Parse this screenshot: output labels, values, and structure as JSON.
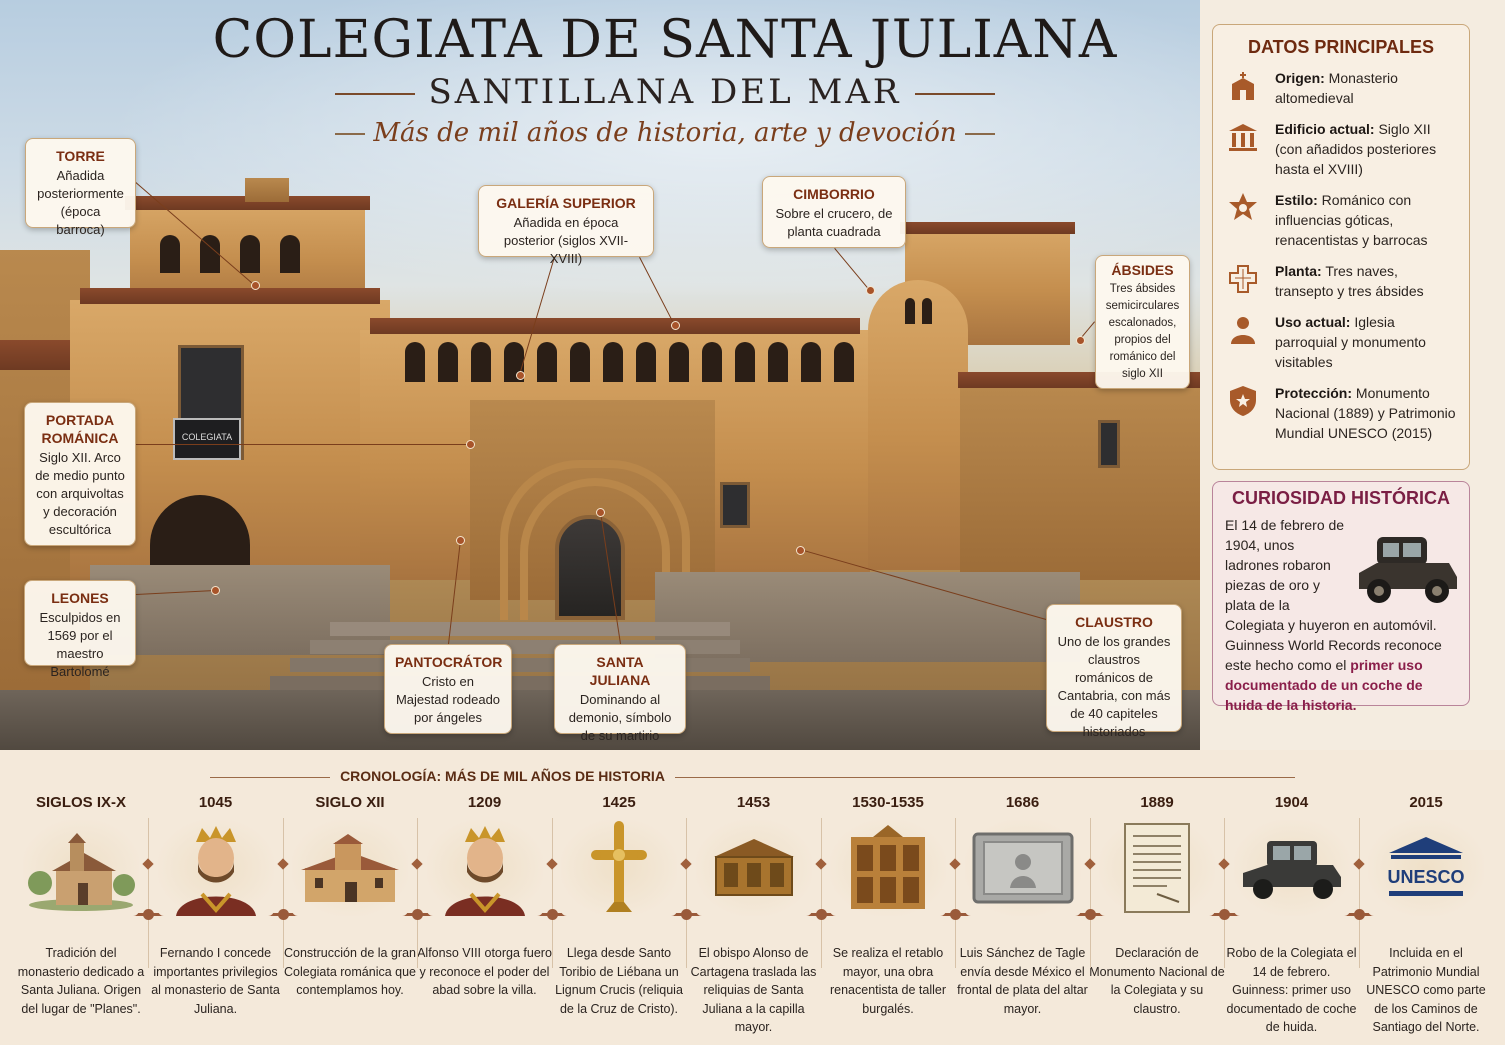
{
  "header": {
    "title": "COLEGIATA DE SANTA JULIANA",
    "subtitle": "SANTILLANA DEL MAR",
    "tagline": "Más de mil años de historia, arte y devoción"
  },
  "callouts": {
    "torre": {
      "title": "TORRE",
      "text": "Añadida posteriormente (época barroca)"
    },
    "galeria": {
      "title": "GALERÍA SUPERIOR",
      "text": "Añadida en época posterior (siglos XVII-XVIII)"
    },
    "cimborrio": {
      "title": "CIMBORRIO",
      "text": "Sobre el crucero, de planta cuadrada"
    },
    "absides": {
      "title": "ÁBSIDES",
      "text": "Tres ábsides semicirculares escalonados, propios del románico del siglo XII"
    },
    "portada": {
      "title": "PORTADA ROMÁNICA",
      "text": "Siglo XII. Arco de medio punto con arquivoltas y decoración escultórica"
    },
    "leones": {
      "title": "LEONES",
      "text": "Esculpidos en 1569 por el maestro Bartolomé"
    },
    "pantocrator": {
      "title": "PANTOCRÁTOR",
      "text": "Cristo en Majestad rodeado por ángeles"
    },
    "santa_juliana": {
      "title": "SANTA JULIANA",
      "text": "Dominando al demonio, símbolo de su martirio"
    },
    "claustro": {
      "title": "CLAUSTRO",
      "text": "Uno de los grandes claustros románicos de Cantabria, con más de 40 capiteles historiados"
    }
  },
  "datos": {
    "title": "DATOS PRINCIPALES",
    "items": [
      {
        "label": "Origen:",
        "text": "Monasterio altomedieval",
        "icon": "chapel-icon"
      },
      {
        "label": "Edificio actual:",
        "text": "Siglo XII (con añadidos posteriores hasta el XVIII)",
        "icon": "columns-icon"
      },
      {
        "label": "Estilo:",
        "text": "Románico con influencias góticas, renacentistas y barrocas",
        "icon": "star-seal-icon"
      },
      {
        "label": "Planta:",
        "text": "Tres naves, transepto y tres ábsides",
        "icon": "floorplan-icon"
      },
      {
        "label": "Uso actual:",
        "text": "Iglesia parroquial y monumento visitables",
        "icon": "person-icon"
      },
      {
        "label": "Protección:",
        "text": "Monumento Nacional (1889) y Patrimonio Mundial UNESCO (2015)",
        "icon": "shield-icon"
      }
    ]
  },
  "curiosidad": {
    "title": "CURIOSIDAD HISTÓRICA",
    "text": "El 14 de febrero de 1904, unos ladrones robaron piezas de oro y plata de la Colegiata y huyeron en automóvil. Guinness World Records reconoce este hecho como el ",
    "highlight": "primer uso documentado de un coche de huida de la historia."
  },
  "timeline": {
    "heading": "CRONOLOGÍA: MÁS DE MIL AÑOS DE HISTORIA",
    "items": [
      {
        "year": "SIGLOS IX-X",
        "desc": "Tradición del monasterio dedicado a Santa Juliana. Origen del lugar de \"Planes\".",
        "icon": "chapel-illustration"
      },
      {
        "year": "1045",
        "desc": "Fernando I concede importantes privilegios al monasterio de Santa Juliana.",
        "icon": "king-portrait"
      },
      {
        "year": "SIGLO XII",
        "desc": "Construcción de la gran Colegiata románica que contemplamos hoy.",
        "icon": "church-illustration"
      },
      {
        "year": "1209",
        "desc": "Alfonso VIII otorga fuero y reconoce el poder del abad sobre la villa.",
        "icon": "king-portrait"
      },
      {
        "year": "1425",
        "desc": "Llega desde Santo Toribio de Liébana un Lignum Crucis (reliquia de la Cruz de Cristo).",
        "icon": "cross-icon"
      },
      {
        "year": "1453",
        "desc": "El obispo Alonso de Cartagena traslada las reliquias de Santa Juliana a la capilla mayor.",
        "icon": "reliquary-icon"
      },
      {
        "year": "1530-1535",
        "desc": "Se realiza el retablo mayor, una obra renacentista de taller burgalés.",
        "icon": "altarpiece-icon"
      },
      {
        "year": "1686",
        "desc": "Luis Sánchez de Tagle envía desde México el frontal de plata del altar mayor.",
        "icon": "silver-frontal-icon"
      },
      {
        "year": "1889",
        "desc": "Declaración de Monumento Nacional de la Colegiata y su claustro.",
        "icon": "document-icon"
      },
      {
        "year": "1904",
        "desc": "Robo de la Colegiata el 14 de febrero. Guinness: primer uso documentado de coche de huida.",
        "icon": "car-icon"
      },
      {
        "year": "2015",
        "desc": "Incluida en el Patrimonio Mundial UNESCO como parte de los Caminos de Santiago del Norte.",
        "icon": "unesco-icon"
      }
    ]
  },
  "misc": {
    "banner_text": "COLEGIATA",
    "unesco_text": "UNESCO"
  },
  "colors": {
    "accent": "#7a2e12",
    "curio_accent": "#8a1e4a",
    "timeline_line": "#9a5a3a"
  }
}
